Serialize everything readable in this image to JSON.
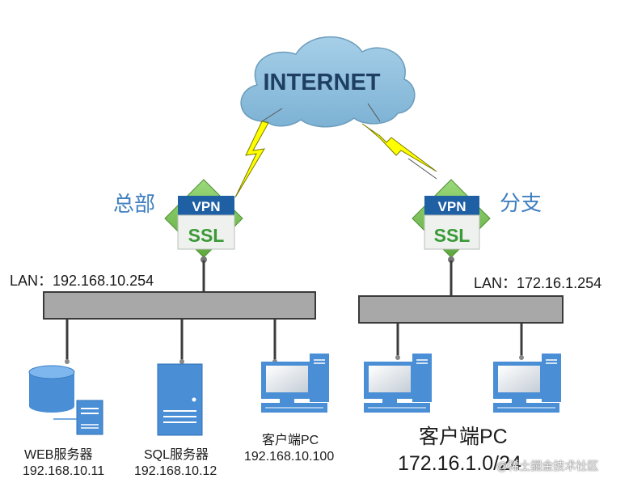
{
  "internet_label": "INTERNET",
  "vpn_label": "VPN",
  "ssl_label": "SSL",
  "hq": {
    "title": "总部",
    "lan": "LAN：192.168.10.254",
    "servers": [
      {
        "name": "WEB服务器",
        "ip": "192.168.10.11",
        "icon": "database-server-icon"
      },
      {
        "name": "SQL服务器",
        "ip": "192.168.10.12",
        "icon": "tower-server-icon"
      },
      {
        "name": "客户端PC",
        "ip": "192.168.10.100",
        "icon": "desktop-computer-icon"
      }
    ]
  },
  "branch": {
    "title": "分支",
    "lan": "LAN：172.16.1.254",
    "clients_label": "客户端PC",
    "subnet": "172.16.1.0/24"
  },
  "watermark": "@稀土掘金技术社区",
  "colors": {
    "cloud": "#8fbfdc",
    "cloud_text": "#1f3f62",
    "lightning": "#ffff00",
    "gateway_diamond": "#7ec55a",
    "vpn_header": "#1f5fa4",
    "ssl_text": "#3a9a36",
    "switch_bar": "#a8a8a8",
    "device": "#4a8fd6"
  }
}
